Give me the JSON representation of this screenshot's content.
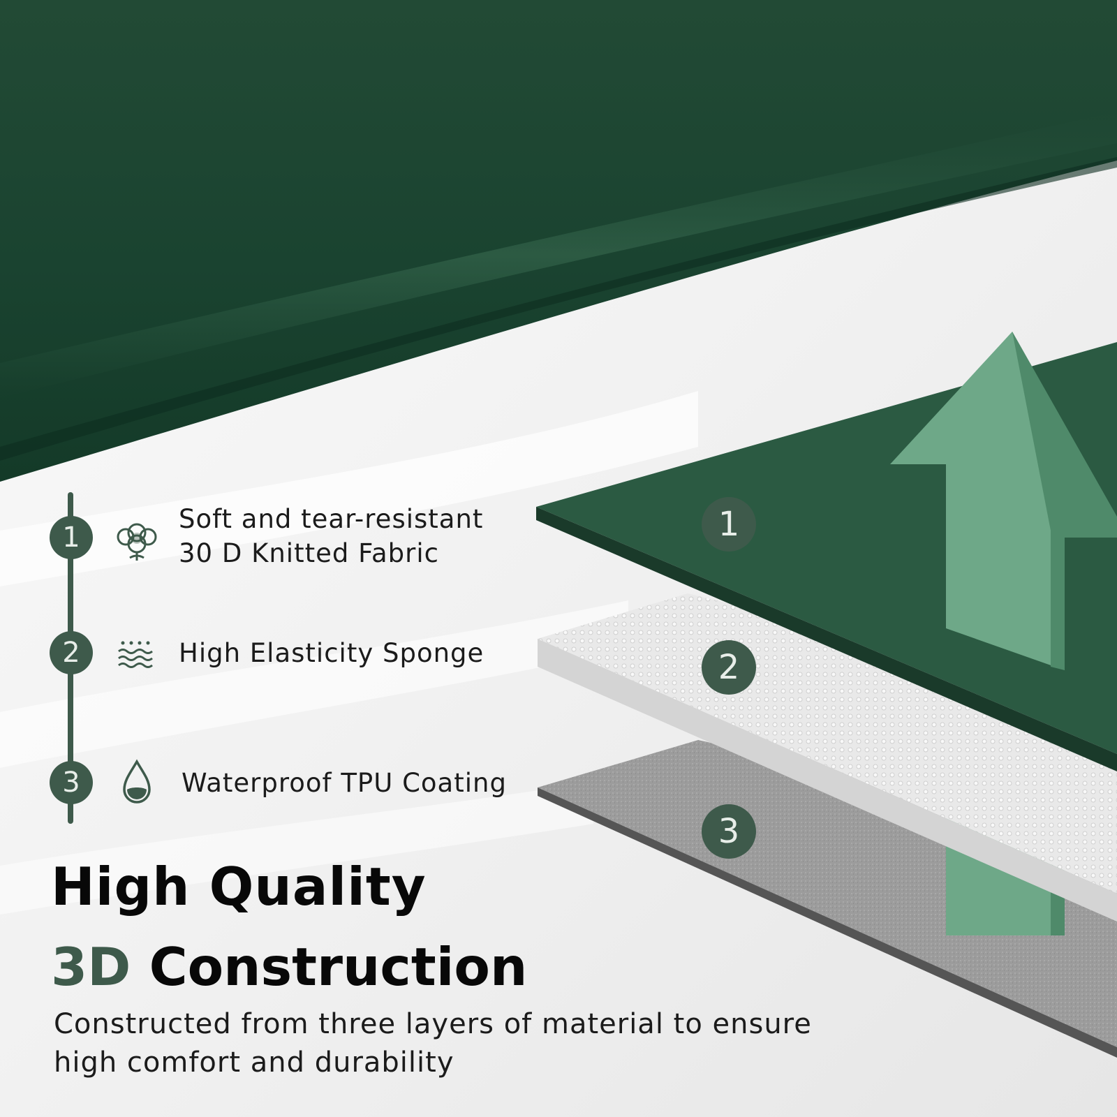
{
  "colors": {
    "accent": "#3e5a4b",
    "fabric": "#1c4a32",
    "arrow": "#6ea888",
    "headline": "#080808"
  },
  "features": [
    {
      "number": "1",
      "icon": "cotton-icon",
      "lines": [
        "Soft and tear-resistant",
        "30 D Knitted Fabric"
      ]
    },
    {
      "number": "2",
      "icon": "waves-icon",
      "lines": [
        "High Elasticity Sponge"
      ]
    },
    {
      "number": "3",
      "icon": "water-drop-icon",
      "lines": [
        "Waterproof TPU Coating"
      ]
    }
  ],
  "layers": [
    {
      "number": "1",
      "material": "fabric"
    },
    {
      "number": "2",
      "material": "sponge"
    },
    {
      "number": "3",
      "material": "tpu-coating"
    }
  ],
  "headline": {
    "line1": "High Quality",
    "line2_accent": "3D",
    "line2_rest": "Construction"
  },
  "description": "Constructed from three layers of material to ensure high comfort and durability"
}
